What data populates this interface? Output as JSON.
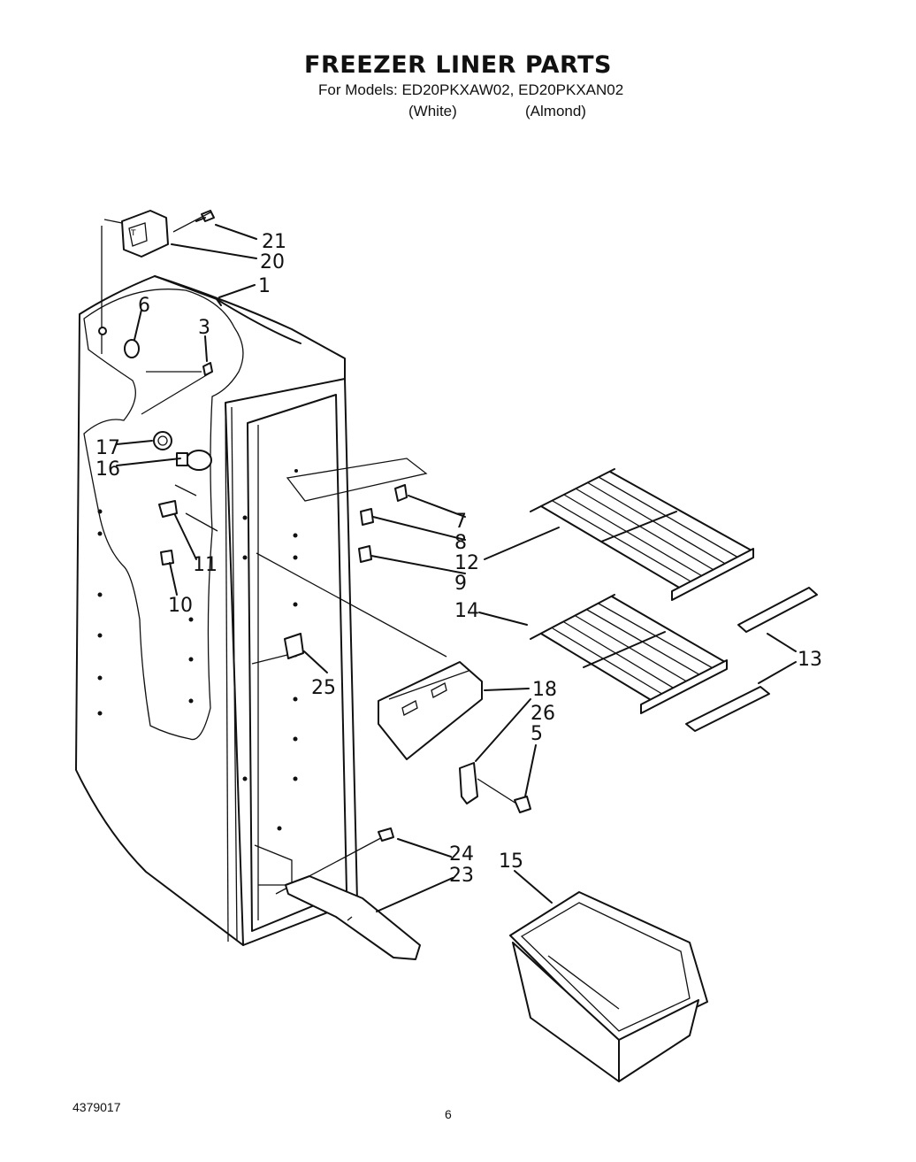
{
  "header": {
    "title": "FREEZER LINER PARTS",
    "models_line": "For Models: ED20PKXAW02, ED20PKXAN02",
    "note_white": "(White)",
    "note_almond": "(Almond)"
  },
  "footer": {
    "doc_number": "4379017",
    "page": "6"
  },
  "callouts": {
    "c1": "1",
    "c3": "3",
    "c5": "5",
    "c6": "6",
    "c7": "7",
    "c8": "8",
    "c9": "9",
    "c10": "10",
    "c11": "11",
    "c12": "12",
    "c13": "13",
    "c14": "14",
    "c15": "15",
    "c16": "16",
    "c17": "17",
    "c18": "18",
    "c20": "20",
    "c21": "21",
    "c23": "23",
    "c24": "24",
    "c25": "25",
    "c26": "26"
  }
}
